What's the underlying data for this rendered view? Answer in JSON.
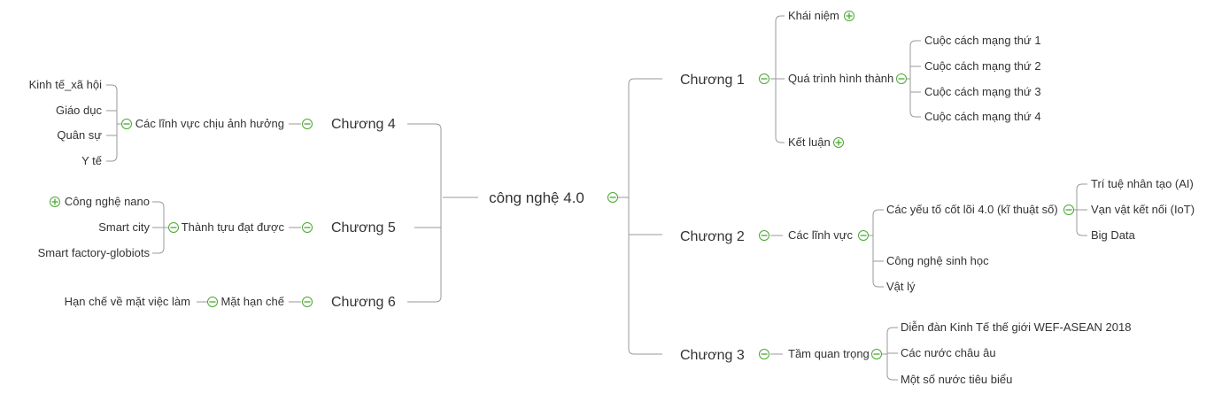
{
  "root": {
    "label": "công nghệ 4.0"
  },
  "chapters": {
    "c1": {
      "label": "Chương 1"
    },
    "c2": {
      "label": "Chương 2"
    },
    "c3": {
      "label": "Chương 3"
    },
    "c4": {
      "label": "Chương 4"
    },
    "c5": {
      "label": "Chương 5"
    },
    "c6": {
      "label": "Chương 6"
    }
  },
  "chuong1": {
    "khai_niem": "Khái niệm",
    "qua_trinh": "Quá trình hình thành",
    "ket_luan": "Kết luận",
    "cuoc_cach_mang": [
      "Cuộc cách mạng thứ 1",
      "Cuộc cách mạng thứ 2",
      "Cuộc cách mạng thứ 3",
      "Cuộc cách mạng thứ 4"
    ]
  },
  "chuong2": {
    "cac_linh_vuc": "Các lĩnh vực",
    "yeu_to": "Các yếu tố cốt lõi 4.0 (kĩ thuật số)",
    "yeu_to_items": [
      "Trí tuệ nhân tạo (AI)",
      "Vạn vật kết nối (IoT)",
      "Big Data"
    ],
    "cong_nghe_sinh_hoc": "Công nghệ sinh học",
    "vat_ly": "Vật lý"
  },
  "chuong3": {
    "tam_quan_trong": "Tầm quan trọng",
    "items": [
      "Diễn đàn Kinh Tế thế giới WEF-ASEAN 2018",
      "Các nước châu âu",
      "Một số nước tiêu biểu"
    ]
  },
  "chuong4": {
    "linh_vuc": "Các lĩnh vực chịu ảnh hưởng",
    "items": [
      "Kinh tế_xã hội",
      "Giáo dục",
      "Quân sự",
      "Y tế"
    ]
  },
  "chuong5": {
    "thanh_tuu": "Thành tựu đạt được",
    "items": [
      "Công nghệ nano",
      "Smart city",
      "Smart factory-globiots"
    ]
  },
  "chuong6": {
    "mat_han_che": "Mặt hạn chế",
    "han_che_viec_lam": "Hạn chế về mặt việc làm"
  },
  "colors": {
    "edge": "#9a9a9a",
    "toggle": "#4aa832",
    "text": "#333333"
  },
  "icons": {
    "collapse": "minus-circle-icon",
    "expand": "plus-circle-icon"
  }
}
